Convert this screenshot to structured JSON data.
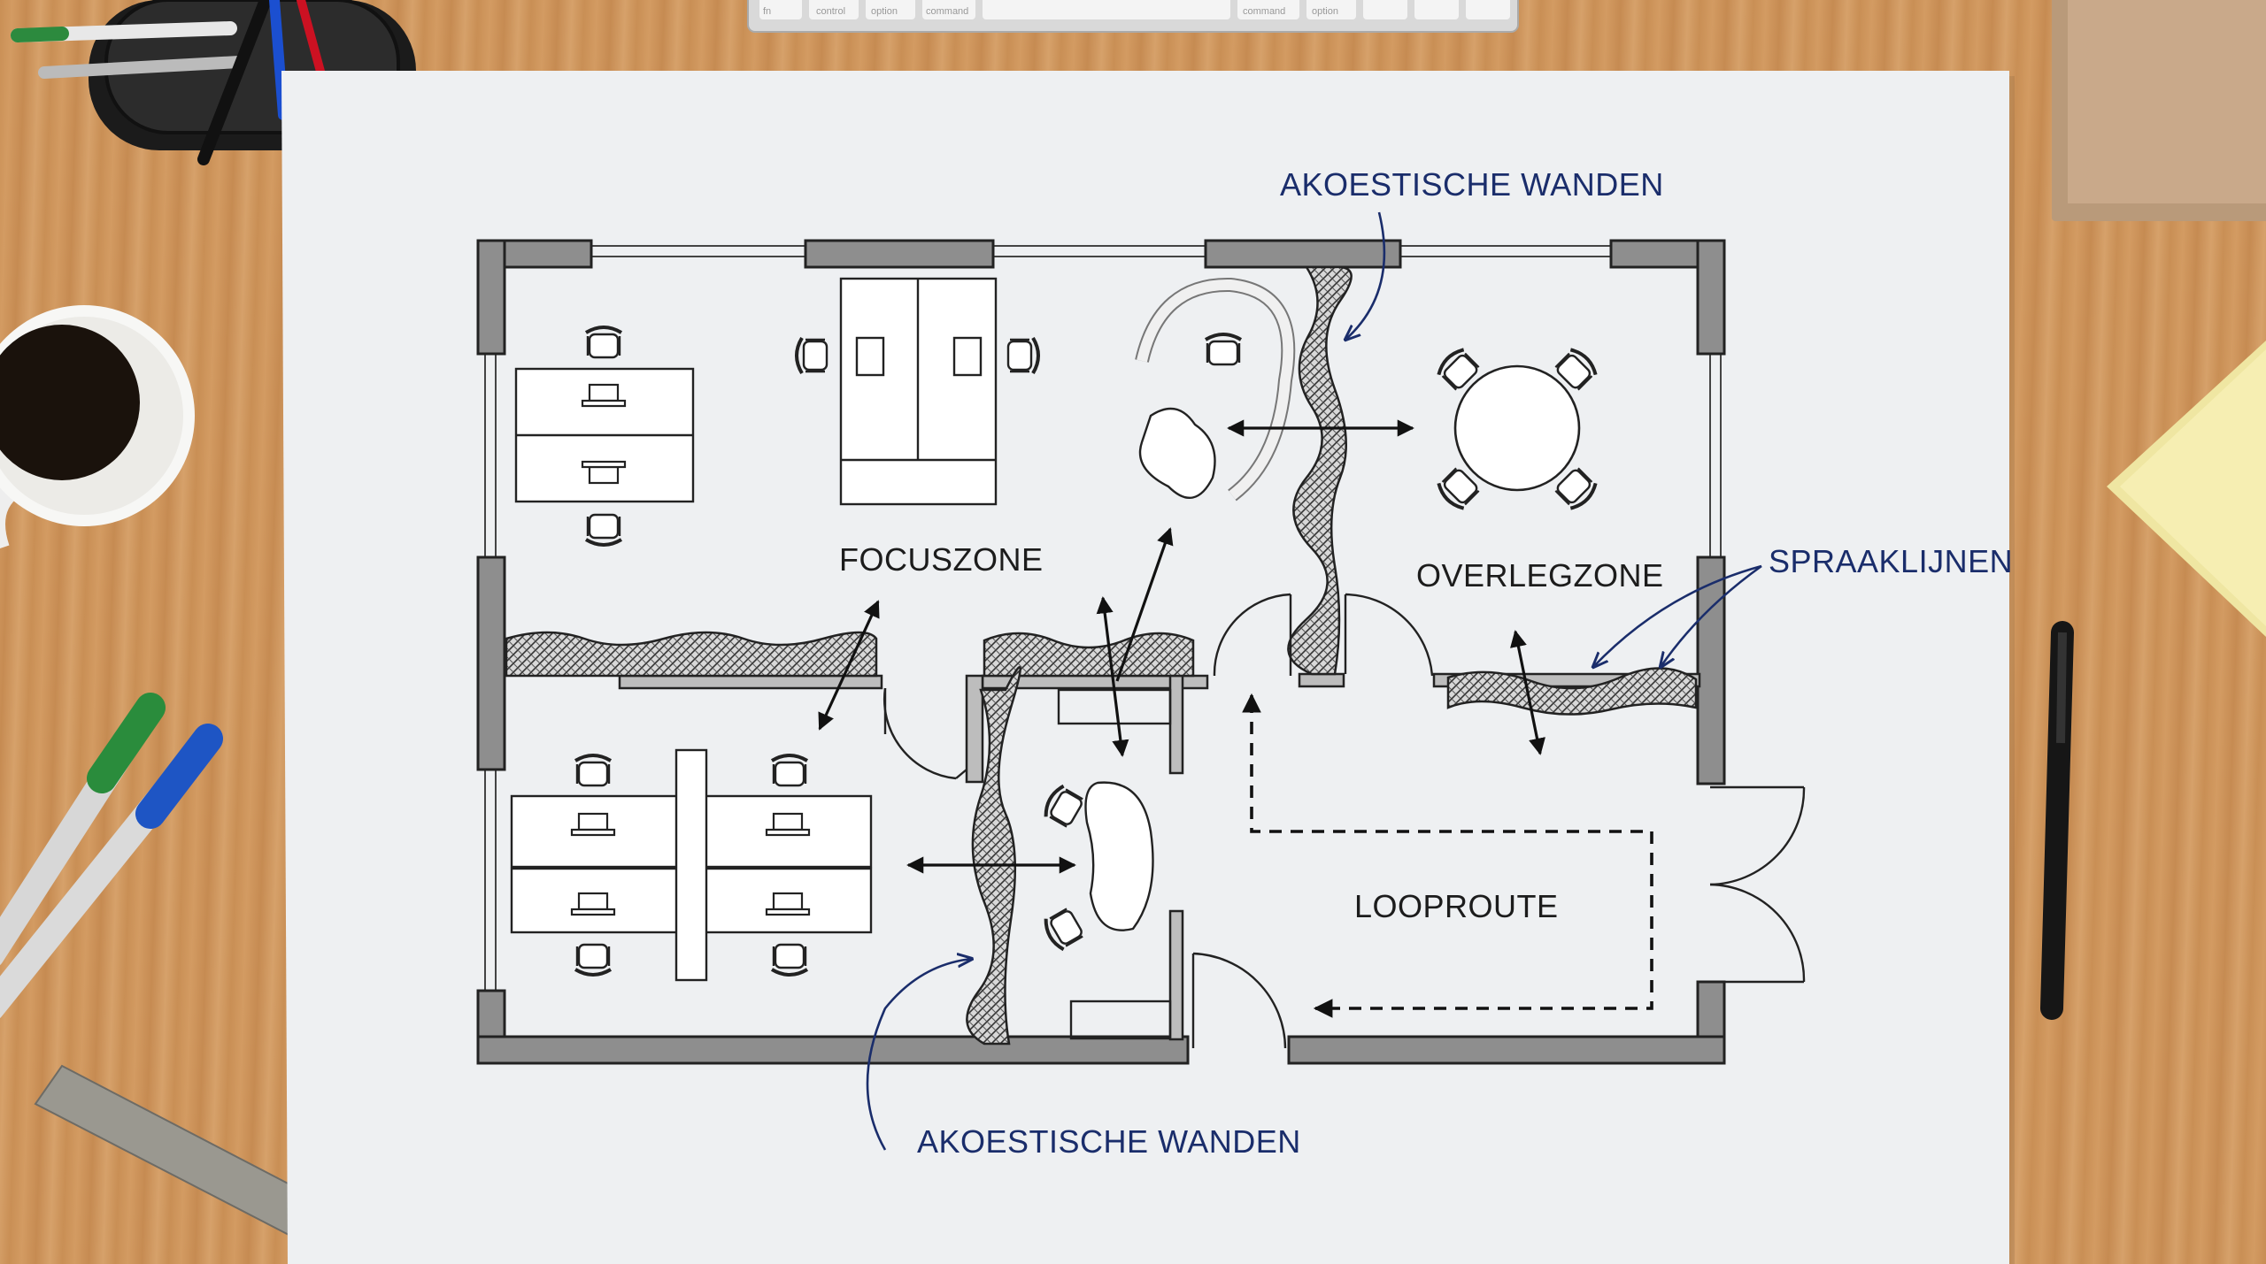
{
  "zones": {
    "focus": "FOCUSZONE",
    "meeting": "OVERLEGZONE",
    "route": "LOOPROUTE"
  },
  "annotations": {
    "acoustic_top": "AKOESTISCHE WANDEN",
    "acoustic_bottom": "AKOESTISCHE WANDEN",
    "speech_lines": "SPRAAKLIJNEN"
  },
  "keyboard_keys": [
    "fn",
    "control",
    "option",
    "command",
    "command",
    "option"
  ],
  "colors": {
    "paper": "#eef0f2",
    "wall": "#8e8e8e",
    "ink": "#1c1c1c",
    "annotation_ink": "#1a2d6b",
    "desk_wood": "#cf9a63"
  }
}
